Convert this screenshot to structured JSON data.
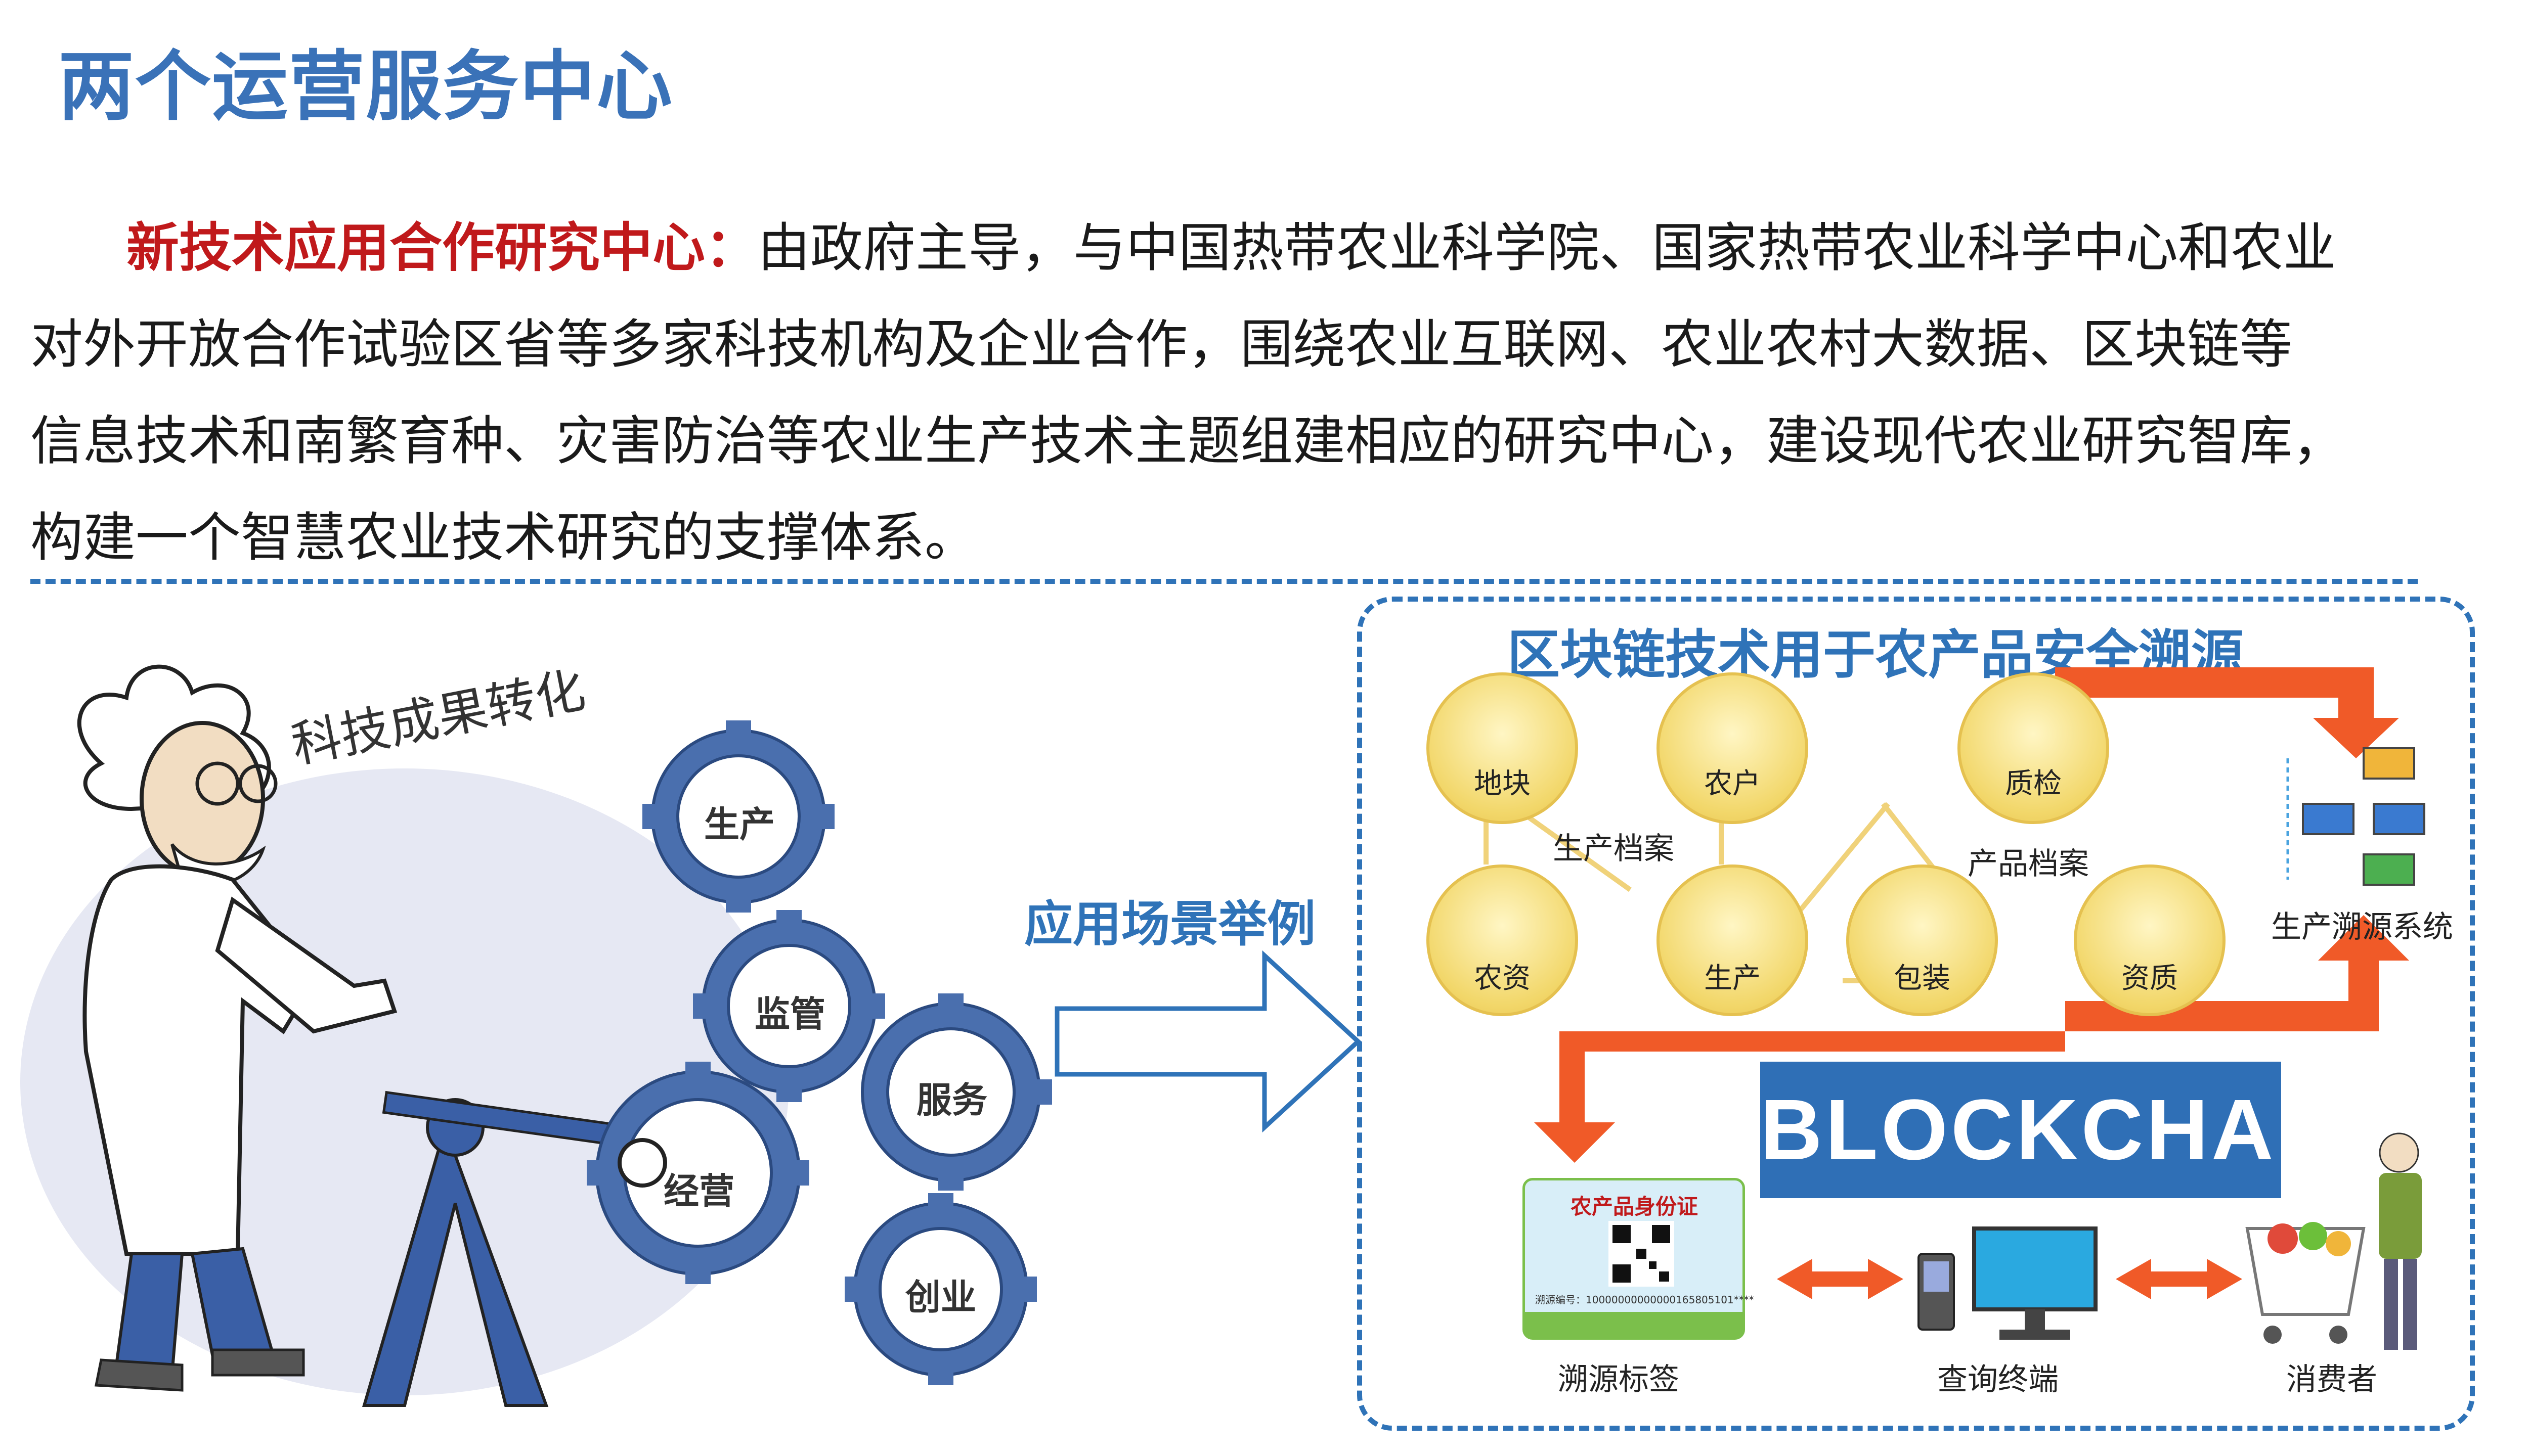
{
  "title": "两个运营服务中心",
  "intro": {
    "highlight": "新技术应用合作研究中心：",
    "line1": "由政府主导，与中国热带农业科学院、国家热带农业科学中心和农业",
    "line2": "对外开放合作试验区省等多家科技机构及企业合作，围绕农业互联网、农业农村大数据、区块链等",
    "line3": "信息技术和南繁育种、灾害防治等农业生产技术主题组建相应的研究中心，建设现代农业研究智库，",
    "line4": "构建一个智慧农业技术研究的支撑体系。"
  },
  "left_illustration": {
    "caption": "科技成果转化",
    "gears": [
      "生产",
      "监管",
      "服务",
      "经营",
      "创业"
    ]
  },
  "scene_label": "应用场景举例",
  "panel": {
    "title": "区块链技术用于农产品安全溯源",
    "production_archive": {
      "label": "生产档案",
      "nodes": [
        "地块",
        "农户",
        "农资",
        "生产"
      ]
    },
    "product_archive": {
      "label": "产品档案",
      "nodes": [
        "质检",
        "包装",
        "资质"
      ]
    },
    "system_label": "生产溯源系统",
    "blockchain_text": "BLOCKCHAIN",
    "card": {
      "title": "农产品身份证",
      "id_text": "溯源编号：10000000000000165805101****"
    },
    "bottom_labels": [
      "溯源标签",
      "查询终端",
      "消费者"
    ]
  },
  "colors": {
    "title_blue": "#3a72b8",
    "accent_red": "#c0191b",
    "panel_blue": "#2f73b8",
    "arrow_orange": "#f05a28"
  }
}
